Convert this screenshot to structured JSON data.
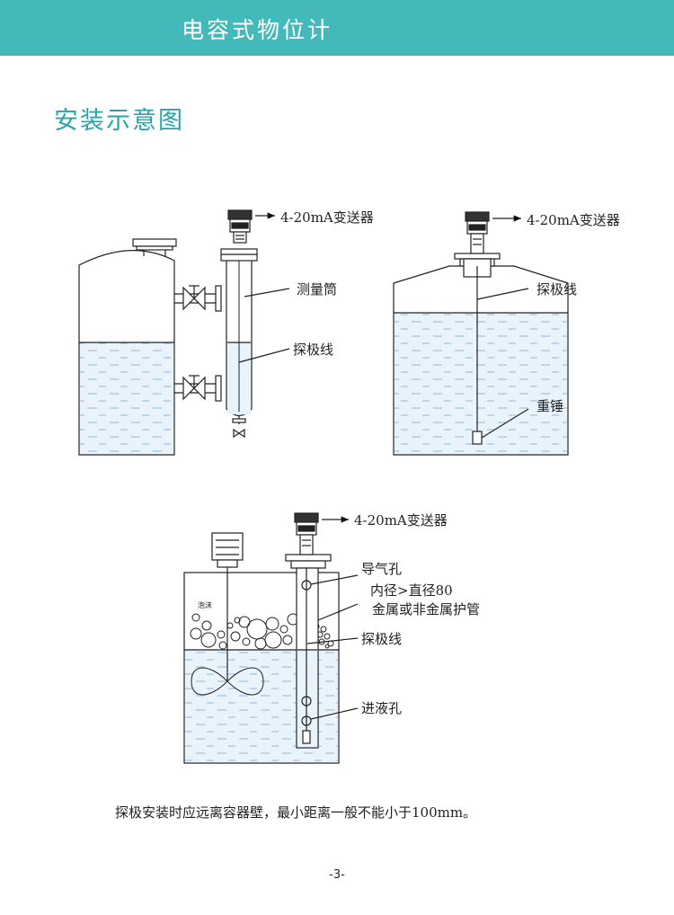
{
  "header": {
    "title": "电容式物位计"
  },
  "section": {
    "title": "安装示意图"
  },
  "diagram1": {
    "transmitter_label": "4-20mA变送器",
    "tube_label": "测量筒",
    "probe_label": "探极线"
  },
  "diagram2": {
    "transmitter_label": "4-20mA变送器",
    "probe_label": "探极线",
    "weight_label": "重锤"
  },
  "diagram3": {
    "transmitter_label": "4-20mA变送器",
    "vent_label": "导气孔",
    "pipe_label_line1": "内径>直径80",
    "pipe_label_line2": "金属或非金属护管",
    "probe_label": "探极线",
    "inlet_label": "进液孔",
    "foam_label": "泡沫"
  },
  "caption": "探极安装时应远离容器壁，最小距离一般不能小于100mm。",
  "page_number": "-3-",
  "colors": {
    "header": "#44b9b9",
    "title": "#2aa3a8",
    "liquid": "#e9f3fb",
    "wave": "#9cc2e2"
  },
  "icons": [
    "transmitter-icon",
    "valve-icon",
    "flange-icon",
    "agitator-motor-icon",
    "weight-icon"
  ]
}
